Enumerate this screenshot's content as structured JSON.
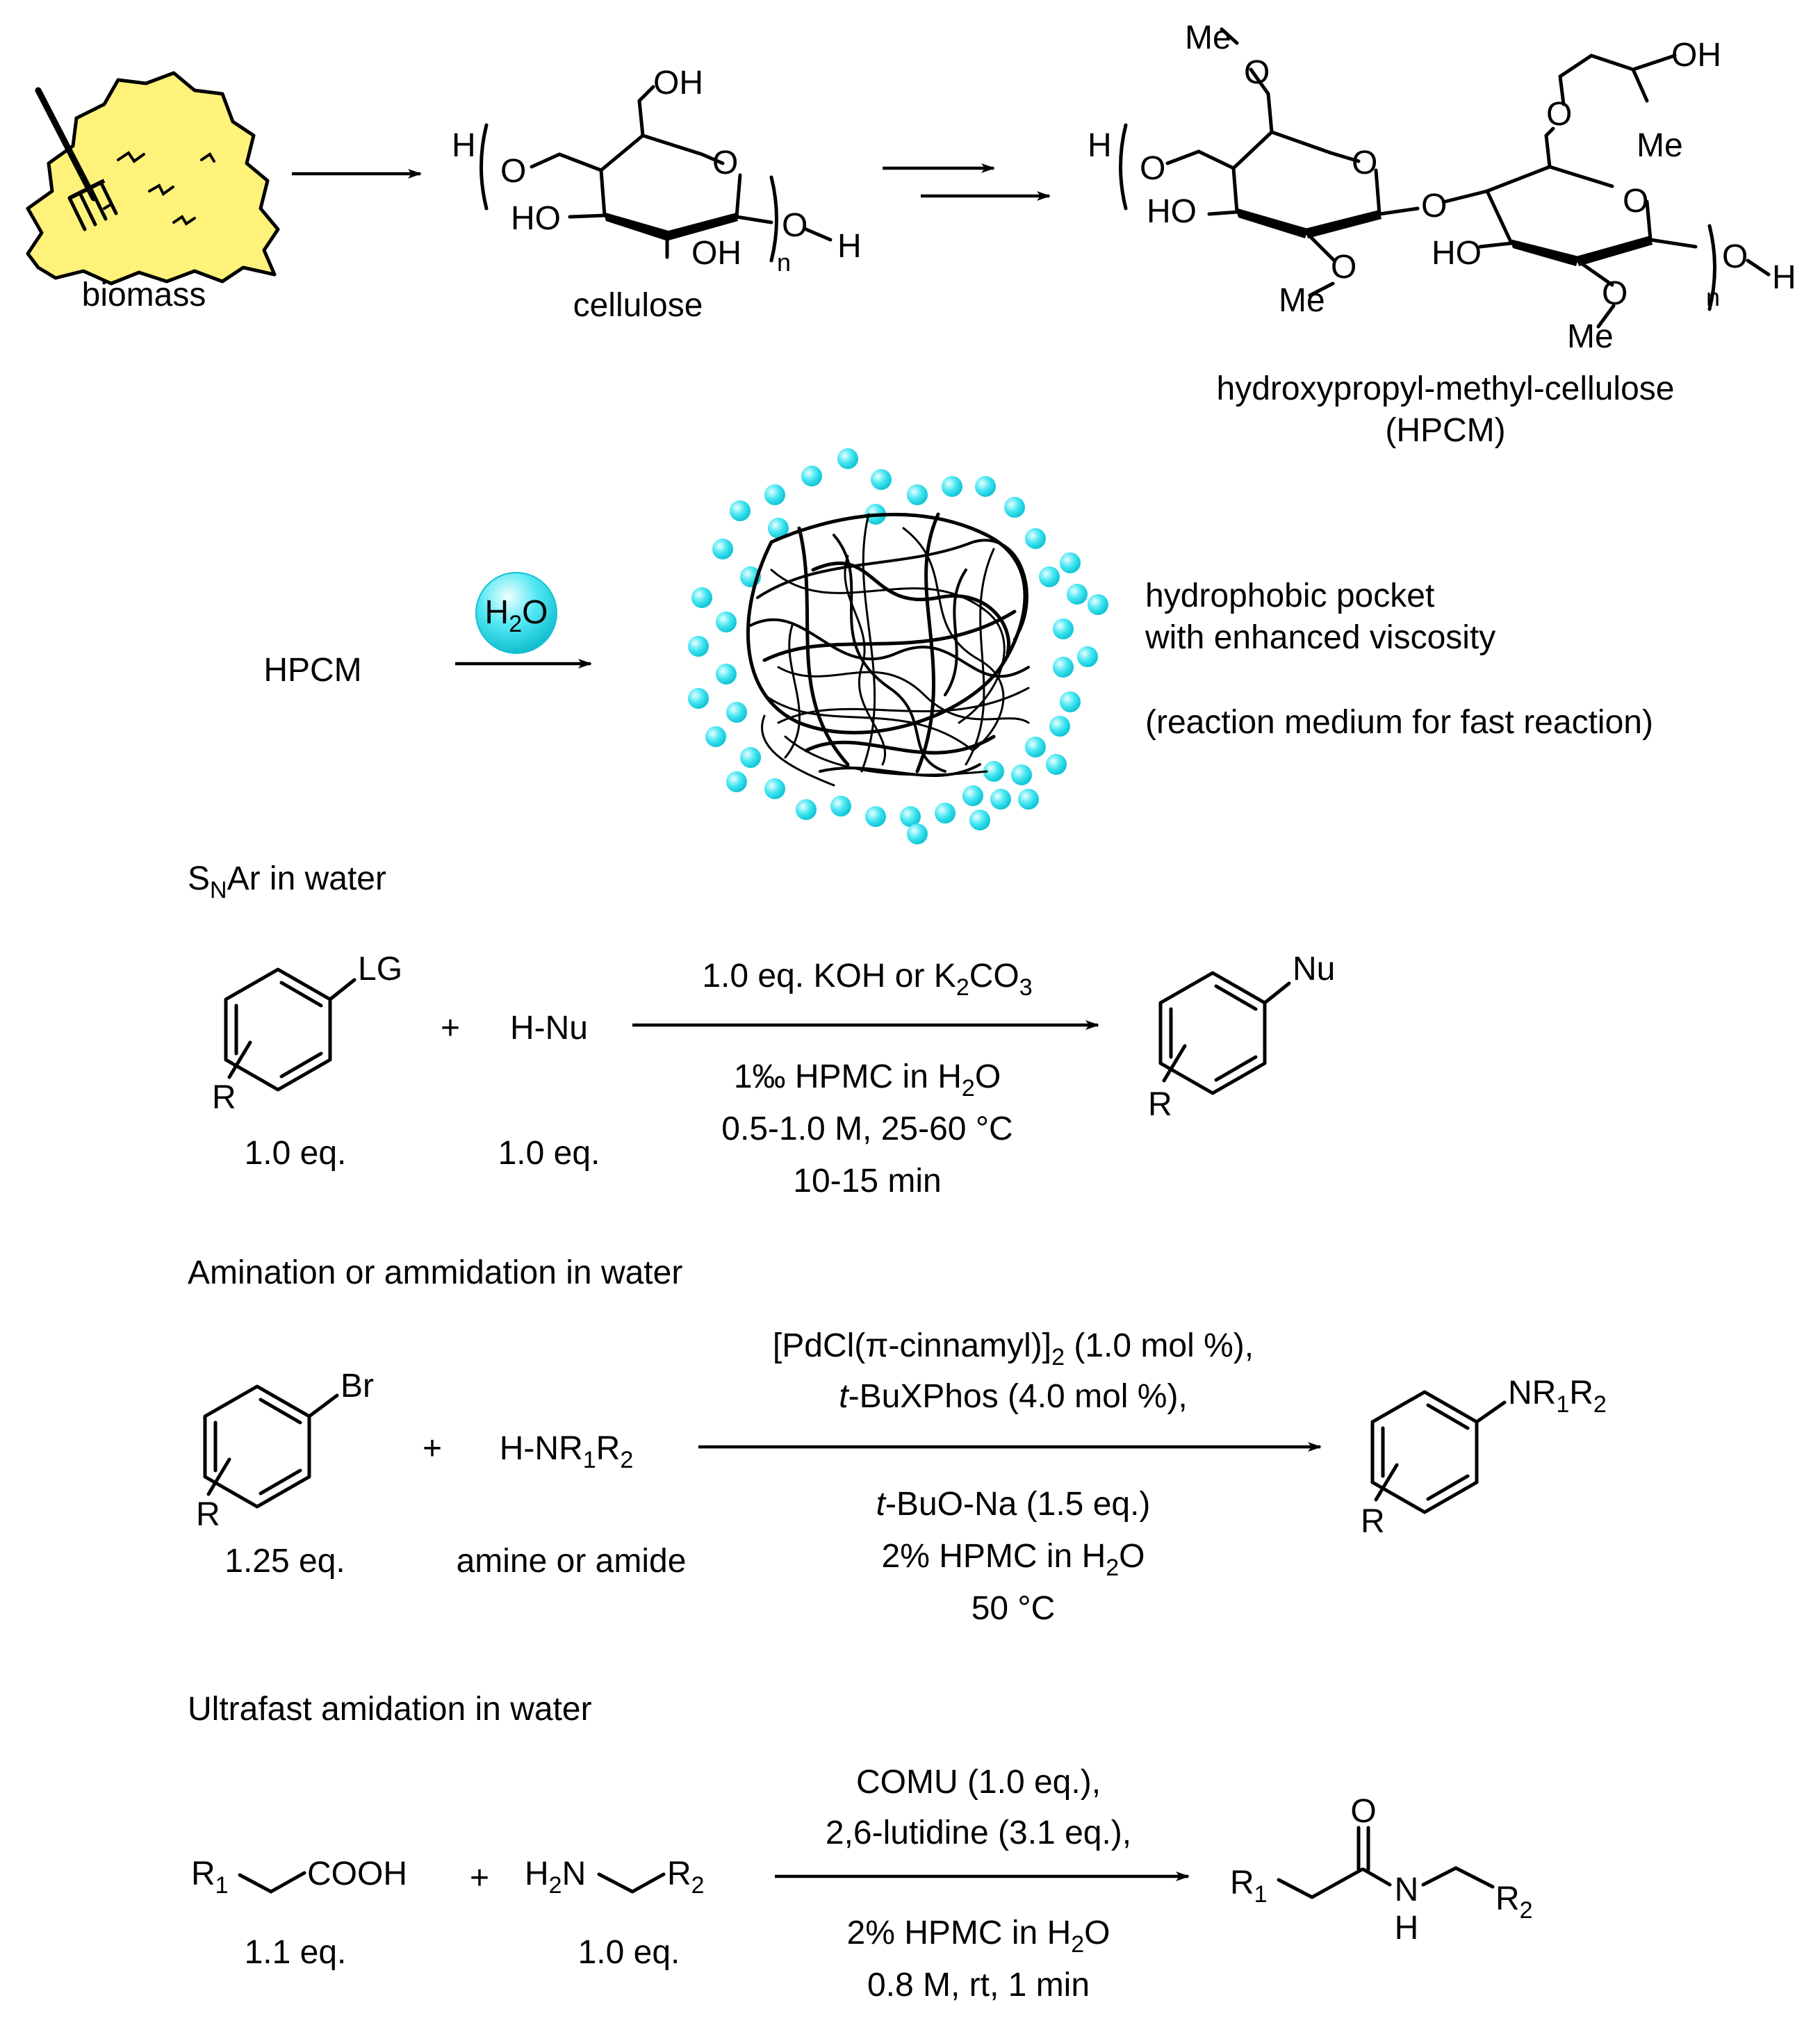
{
  "top": {
    "biomass_label": "biomass",
    "cellulose_label": "cellulose",
    "hpcm_name": "hydroxypropyl-methyl-cellulose",
    "hpcm_abbrev": "(HPCM)",
    "atoms": {
      "H": "H",
      "O": "O",
      "OH": "OH",
      "HO": "HO",
      "Me": "Me",
      "n": "n"
    }
  },
  "middle": {
    "reactant": "HPCM",
    "reagent_base": "H",
    "reagent_sub": "2",
    "reagent_tail": "O",
    "desc_line1": "hydrophobic pocket",
    "desc_line2": "with enhanced viscosity",
    "desc_line3": "(reaction medium for fast reaction)"
  },
  "snar": {
    "title_s": "S",
    "title_sub": "N",
    "title_rest": "Ar in water",
    "lg": "LG",
    "r": "R",
    "plus": "+",
    "nucleophile": "H-Nu",
    "eq1": "1.0 eq.",
    "eq2": "1.0 eq.",
    "cond_top_a": "1.0 eq. KOH or K",
    "cond_top_sub1": "2",
    "cond_top_b": "CO",
    "cond_top_sub2": "3",
    "cond1_a": "1‰ HPMC in H",
    "cond1_sub": "2",
    "cond1_b": "O",
    "cond2": "0.5-1.0 M, 25-60 °C",
    "cond3": "10-15 min",
    "product_nu": "Nu"
  },
  "amination": {
    "title": "Amination or ammidation in water",
    "br": "Br",
    "r": "R",
    "plus": "+",
    "amine_a": "H-NR",
    "amine_sub1": "1",
    "amine_b": "R",
    "amine_sub2": "2",
    "eq1": "1.25 eq.",
    "eq2": "amine or amide",
    "cond_top1_a": "[PdCl(π-cinnamyl)]",
    "cond_top1_sub": "2",
    "cond_top1_b": " (1.0 mol %),",
    "cond_top2_a": "t",
    "cond_top2_b": "-BuXPhos (4.0 mol %),",
    "cond_bot1_a": "t",
    "cond_bot1_b": "-BuO-Na (1.5 eq.)",
    "cond_bot2_a": "2% HPMC in H",
    "cond_bot2_sub": "2",
    "cond_bot2_b": "O",
    "cond_bot3": "50 °C",
    "prod_a": "NR",
    "prod_sub1": "1",
    "prod_b": "R",
    "prod_sub2": "2"
  },
  "amidation": {
    "title": "Ultrafast amidation in water",
    "r1": "R",
    "r1_sub": "1",
    "cooh": "COOH",
    "plus": "+",
    "h2n_a": "H",
    "h2n_sub": "2",
    "h2n_b": "N",
    "r2": "R",
    "r2_sub": "2",
    "eq1": "1.1 eq.",
    "eq2": "1.0 eq.",
    "cond_top1": "COMU (1.0 eq.),",
    "cond_top2": "2,6-lutidine (3.1 eq.),",
    "cond_bot1_a": "2% HPMC in H",
    "cond_bot1_sub": "2",
    "cond_bot1_b": "O",
    "cond_bot2": "0.8 M, rt, 1 min",
    "prod_o": "O",
    "prod_n": "N",
    "prod_h": "H"
  },
  "colors": {
    "hay": "#fff27a",
    "water_bead": "#3fe3f0",
    "line": "#000000"
  }
}
